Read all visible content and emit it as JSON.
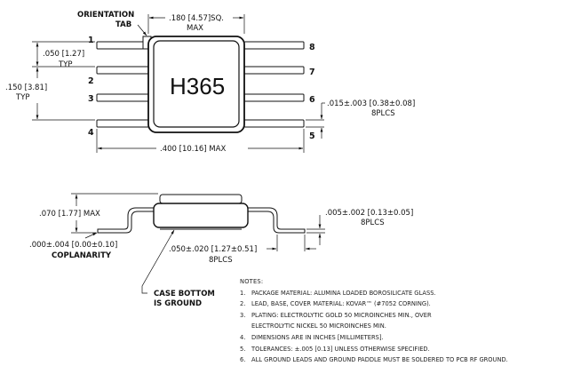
{
  "top_view": {
    "orientation_tab_label": "ORIENTATION\nTAB",
    "body_dim": ".180 [4.57]SQ.",
    "body_dim_max": "MAX",
    "marking": "H365",
    "pin_numbers": [
      "1",
      "2",
      "3",
      "4",
      "5",
      "6",
      "7",
      "8"
    ],
    "pitch_dim": ".050 [1.27]",
    "pitch_typ": "TYP",
    "span_dim": ".150 [3.81]",
    "span_typ": "TYP",
    "lead_width_dim": ".015±.003 [0.38±0.08]",
    "lead_width_qty": "8PLCS",
    "overall_dim": ".400 [10.16] MAX"
  },
  "side_view": {
    "height_dim": ".070 [1.77] MAX",
    "lead_thickness_dim": ".005±.002 [0.13±0.05]",
    "lead_thickness_qty": "8PLCS",
    "coplanarity_dim": ".000±.004 [0.00±0.10]",
    "coplanarity_label": "COPLANARITY",
    "foot_dim": ".050±.020 [1.27±0.51]",
    "foot_qty": "8PLCS",
    "case_note": "CASE BOTTOM\nIS GROUND"
  },
  "notes": {
    "title": "NOTES:",
    "items": [
      {
        "num": "1.",
        "lines": [
          "PACKAGE MATERIAL: ALUMINA LOADED BOROSILICATE GLASS."
        ]
      },
      {
        "num": "2.",
        "lines": [
          "LEAD, BASE, COVER MATERIAL: KOVAR™ (#7052 CORNING)."
        ]
      },
      {
        "num": "3.",
        "lines": [
          "PLATING: ELECTROLYTIC GOLD 50 MICROINCHES MIN., OVER",
          "ELECTROLYTIC NICKEL 50 MICROINCHES MIN."
        ]
      },
      {
        "num": "4.",
        "lines": [
          "DIMENSIONS ARE IN INCHES [MILLIMETERS]."
        ]
      },
      {
        "num": "5.",
        "lines": [
          "TOLERANCES: ±.005 [0.13] UNLESS OTHERWISE SPECIFIED."
        ]
      },
      {
        "num": "6.",
        "lines": [
          "ALL GROUND LEADS AND GROUND PADDLE MUST BE SOLDERED TO PCB RF GROUND."
        ]
      }
    ]
  }
}
